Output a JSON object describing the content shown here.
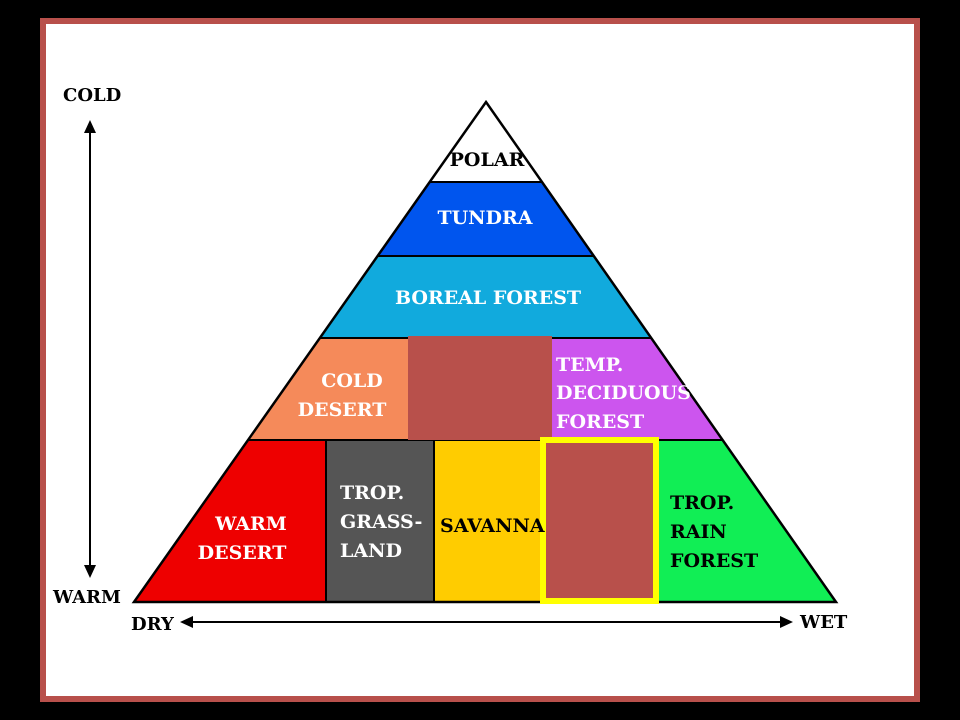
{
  "axes": {
    "cold": "COLD",
    "warm": "WARM",
    "dry": "DRY",
    "wet": "WET"
  },
  "biomes": {
    "polar": "POLAR",
    "tundra": "TUNDRA",
    "boreal": "BOREAL FOREST",
    "cold_desert": [
      "COLD",
      "DESERT"
    ],
    "temp_deciduous": [
      "TEMP.",
      "DECIDUOUS",
      "FOREST"
    ],
    "warm_desert": [
      "WARM",
      "DESERT"
    ],
    "trop_grassland": [
      "TROP.",
      "GRASS-",
      "LAND"
    ],
    "savanna": "SAVANNA",
    "trop_rain_forest": [
      "TROP.",
      "RAIN",
      "FOREST"
    ]
  },
  "colors": {
    "frame": "#b8504b",
    "polar": "#ffffff",
    "tundra": "#0055ee",
    "boreal": "#11aadd",
    "cold_desert": "#f58a5a",
    "temp_deciduous": "#cc55ee",
    "warm_desert": "#ee0000",
    "trop_grassland": "#555555",
    "savanna": "#ffcc00",
    "trop_rain_forest": "#11ee55",
    "mask": "#b8504b",
    "highlight": "#ffff00"
  }
}
